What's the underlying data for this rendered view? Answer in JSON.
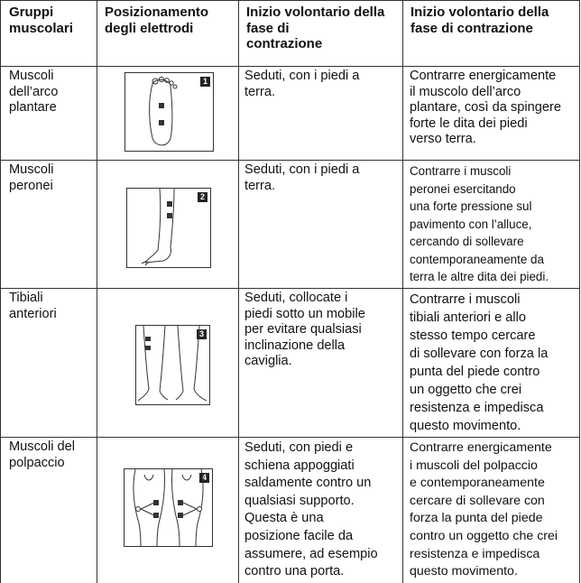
{
  "headers": [
    "Gruppi muscolari",
    "Posizionamento degli elettrodi",
    "Inizio volontario della fase di contrazione",
    "Inizio volontario della fase di contrazione"
  ],
  "header_lines": [
    [
      "Gruppi",
      "muscolari"
    ],
    [
      "Posizionamento",
      "degli elettrodi"
    ],
    [
      "Inizio volontario della",
      "fase di",
      "contrazione"
    ],
    [
      "Inizio volontario della",
      "fase di contrazione"
    ]
  ],
  "rows": [
    {
      "muscle": [
        "Muscoli",
        "dell’arco",
        "plantare"
      ],
      "figure": "1",
      "position": [
        "Seduti, con i piedi a",
        "terra."
      ],
      "action": [
        "Contrarre energicamente",
        "il muscolo dell’arco",
        "plantare, così da spingere",
        "forte le dita dei piedi",
        "verso terra."
      ]
    },
    {
      "muscle": [
        "Muscoli",
        "peronei"
      ],
      "figure": "2",
      "position": [
        "Seduti, con i piedi a",
        "terra."
      ],
      "action": [
        "Contrarre i muscoli",
        "peronei esercitando",
        "una forte pressione sul",
        "pavimento con l’alluce,",
        "cercando di sollevare",
        "contemporaneamente da",
        "terra le altre dita dei piedi."
      ]
    },
    {
      "muscle": [
        "Tibiali",
        "anteriori"
      ],
      "figure": "3",
      "position": [
        "Seduti, collocate i",
        "piedi sotto un mobile",
        "per evitare qualsiasi",
        "inclinazione della",
        "caviglia."
      ],
      "action": [
        "Contrarre i muscoli",
        "tibiali anteriori e allo",
        "stesso tempo cercare",
        "di sollevare con forza la",
        "punta del piede contro",
        "un oggetto che crei",
        "resistenza e impedisca",
        "questo movimento."
      ]
    },
    {
      "muscle": [
        "Muscoli del",
        "polpaccio"
      ],
      "figure": "4",
      "position": [
        "Seduti, con piedi e",
        "schiena appoggiati",
        "saldamente contro un",
        "qualsiasi supporto.",
        "Questa è una",
        "posizione facile da",
        "assumere, ad esempio",
        "contro una porta."
      ],
      "action": [
        "Contrarre energicamente",
        "i muscoli del polpaccio",
        "e contemporaneamente",
        "cercare di sollevare con",
        "forza la punta del piede",
        "contro un oggetto che crei",
        "resistenza e impedisca",
        "questo movimento."
      ]
    }
  ]
}
